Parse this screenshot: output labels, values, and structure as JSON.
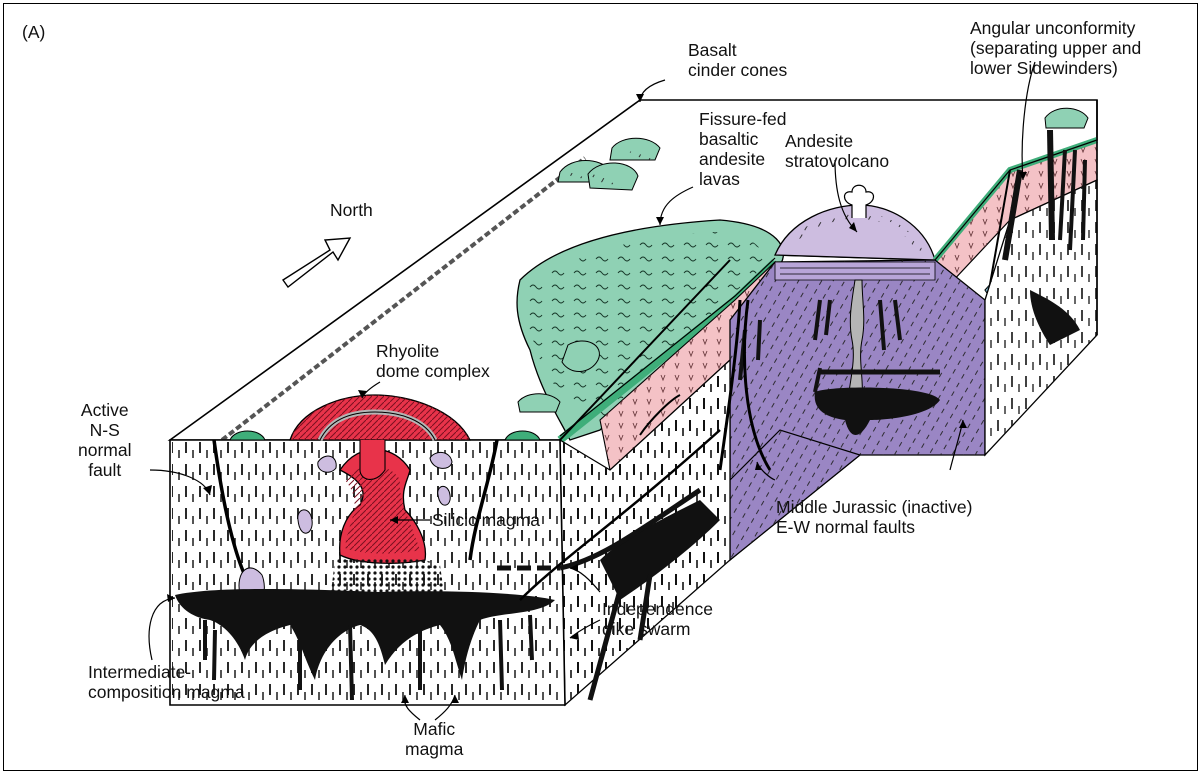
{
  "panel_label": "(A)",
  "colors": {
    "green": "#8fd1b4",
    "green_dark": "#3fae7a",
    "red": "#e8334a",
    "purple": "#9a86c4",
    "lilac": "#cdbde0",
    "pink": "#f4c2c6",
    "blue": "#9fd3e6",
    "black": "#111111"
  },
  "labels": {
    "north": "North",
    "basalt_cones": "Basalt\ncinder cones",
    "fissure_lavas": "Fissure-fed\nbasaltic\nandesite\nlavas",
    "angular_unconformity": "Angular unconformity\n(separating upper and\nlower Sidewinders)",
    "stratovolcano": "Andesite\nstratovolcano",
    "rhyolite_dome": "Rhyolite\ndome complex",
    "active_fault": "Active\nN-S\nnormal\nfault",
    "silicic_magma": "Silicic magma",
    "jurassic_faults": "Middle Jurassic (inactive)\nE-W normal faults",
    "independence_dikes": "Independence\ndike swarm",
    "intermediate_magma": "Intermediate-\ncomposition magma",
    "mafic_magma": "Mafic\nmagma"
  },
  "icons": [
    "north-arrow-icon",
    "eruption-plume-icon"
  ]
}
